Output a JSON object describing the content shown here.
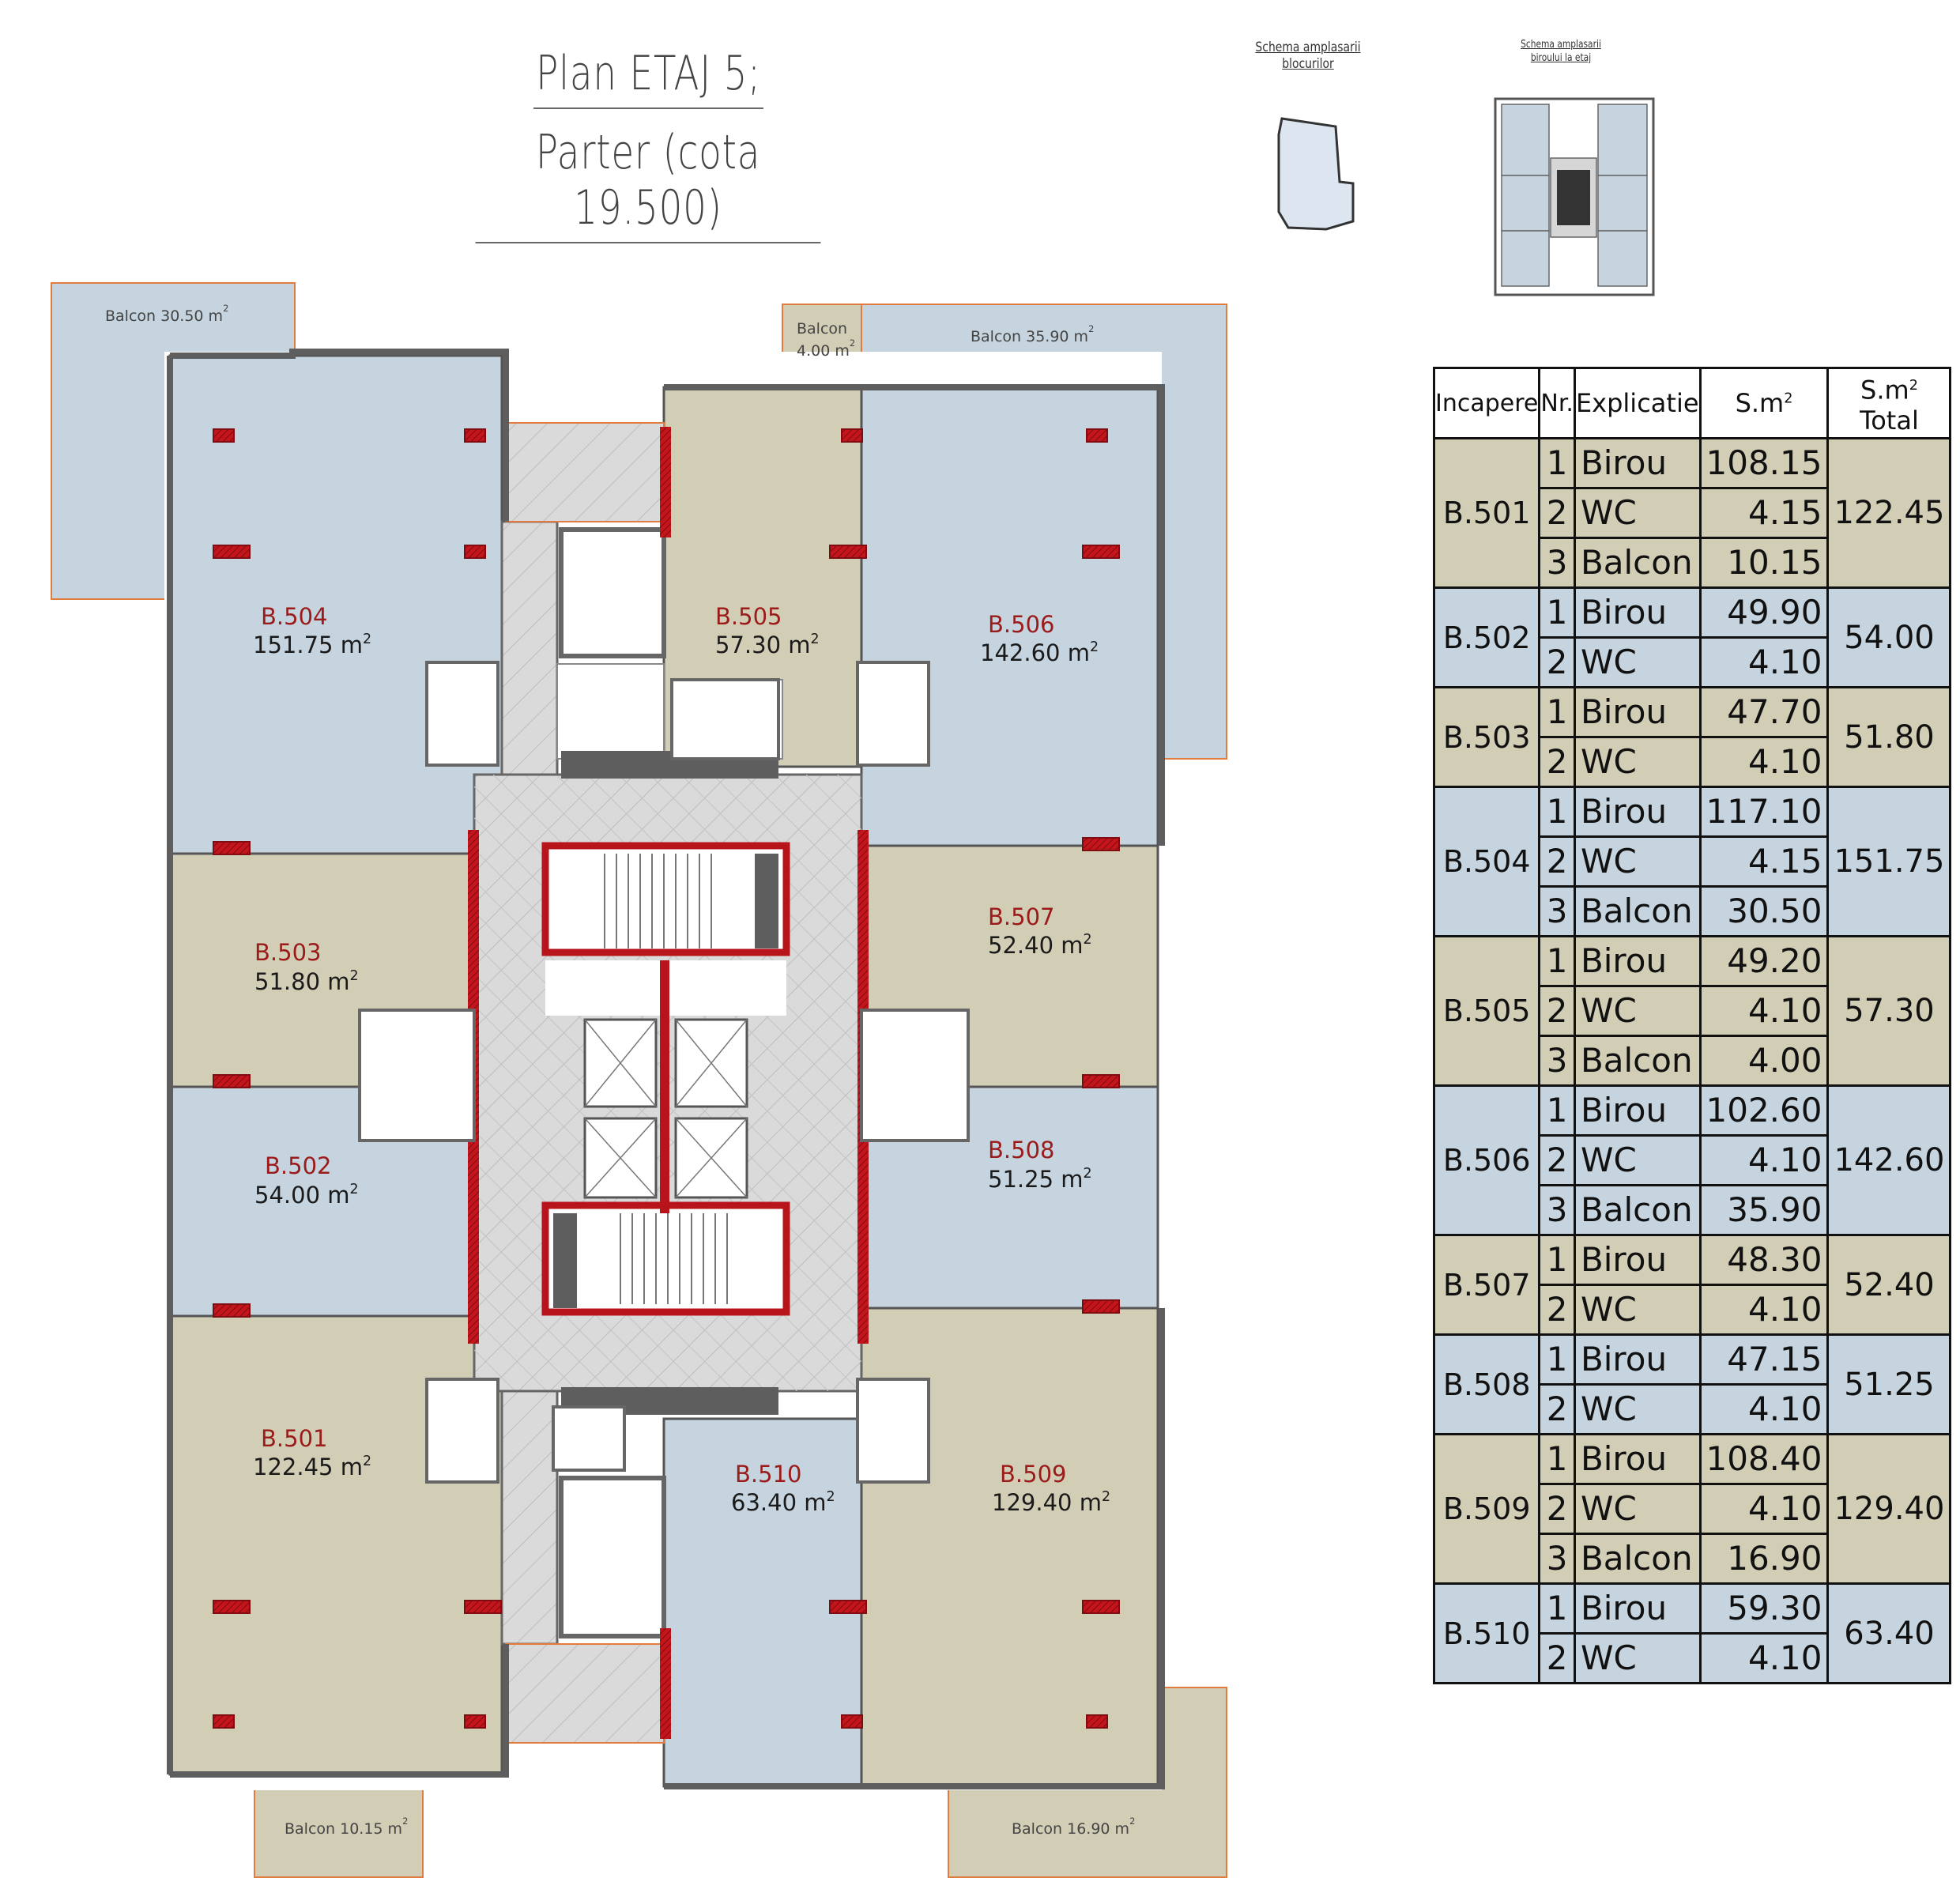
{
  "title": {
    "line1": "Plan ETAJ 5;",
    "line2": "Parter (cota 19.500)"
  },
  "schema_blocks": {
    "line1": "Schema amplasarii",
    "line2": "blocurilor"
  },
  "schema_office": {
    "line1": "Schema amplasarii",
    "line2": "biroului la etaj"
  },
  "colors": {
    "tan": "#d2ceb6",
    "blue": "#c5d4de",
    "red_structure": "#b8141b",
    "core": "#d6d6d6",
    "wall": "#5e5e5e",
    "balcony_outline": "#e07c3f"
  },
  "rooms": [
    {
      "id": "B.504",
      "area": "151.75 m"
    },
    {
      "id": "B.505",
      "area": "57.30 m"
    },
    {
      "id": "B.506",
      "area": "142.60 m"
    },
    {
      "id": "B.503",
      "area": "51.80 m"
    },
    {
      "id": "B.507",
      "area": "52.40 m"
    },
    {
      "id": "B.502",
      "area": "54.00 m"
    },
    {
      "id": "B.508",
      "area": "51.25 m"
    },
    {
      "id": "B.501",
      "area": "122.45 m"
    },
    {
      "id": "B.510",
      "area": "63.40 m"
    },
    {
      "id": "B.509",
      "area": "129.40 m"
    }
  ],
  "balconies": [
    {
      "label": "Balcon 30.50 m"
    },
    {
      "label": "Balcon"
    },
    {
      "label": "4.00 m"
    },
    {
      "label": "Balcon 35.90 m"
    },
    {
      "label": "Balcon 10.15 m"
    },
    {
      "label": "Balcon 16.90 m"
    }
  ],
  "table": {
    "headers": {
      "room": "Incapere",
      "nr": "Nr.",
      "explanation": "Explicatie",
      "area": "S.m",
      "total_line1": "S.m",
      "total_line2": "Total"
    },
    "groups": [
      {
        "room": "B.501",
        "total": "122.45",
        "color": "tan",
        "rows": [
          {
            "nr": "1",
            "exp": "Birou",
            "s": "108.15"
          },
          {
            "nr": "2",
            "exp": "WC",
            "s": "4.15"
          },
          {
            "nr": "3",
            "exp": "Balcon",
            "s": "10.15"
          }
        ]
      },
      {
        "room": "B.502",
        "total": "54.00",
        "color": "blue",
        "rows": [
          {
            "nr": "1",
            "exp": "Birou",
            "s": "49.90"
          },
          {
            "nr": "2",
            "exp": "WC",
            "s": "4.10"
          }
        ]
      },
      {
        "room": "B.503",
        "total": "51.80",
        "color": "tan",
        "rows": [
          {
            "nr": "1",
            "exp": "Birou",
            "s": "47.70"
          },
          {
            "nr": "2",
            "exp": "WC",
            "s": "4.10"
          }
        ]
      },
      {
        "room": "B.504",
        "total": "151.75",
        "color": "blue",
        "rows": [
          {
            "nr": "1",
            "exp": "Birou",
            "s": "117.10"
          },
          {
            "nr": "2",
            "exp": "WC",
            "s": "4.15"
          },
          {
            "nr": "3",
            "exp": "Balcon",
            "s": "30.50"
          }
        ]
      },
      {
        "room": "B.505",
        "total": "57.30",
        "color": "tan",
        "rows": [
          {
            "nr": "1",
            "exp": "Birou",
            "s": "49.20"
          },
          {
            "nr": "2",
            "exp": "WC",
            "s": "4.10"
          },
          {
            "nr": "3",
            "exp": "Balcon",
            "s": "4.00"
          }
        ]
      },
      {
        "room": "B.506",
        "total": "142.60",
        "color": "blue",
        "rows": [
          {
            "nr": "1",
            "exp": "Birou",
            "s": "102.60"
          },
          {
            "nr": "2",
            "exp": "WC",
            "s": "4.10"
          },
          {
            "nr": "3",
            "exp": "Balcon",
            "s": "35.90"
          }
        ]
      },
      {
        "room": "B.507",
        "total": "52.40",
        "color": "tan",
        "rows": [
          {
            "nr": "1",
            "exp": "Birou",
            "s": "48.30"
          },
          {
            "nr": "2",
            "exp": "WC",
            "s": "4.10"
          }
        ]
      },
      {
        "room": "B.508",
        "total": "51.25",
        "color": "blue",
        "rows": [
          {
            "nr": "1",
            "exp": "Birou",
            "s": "47.15"
          },
          {
            "nr": "2",
            "exp": "WC",
            "s": "4.10"
          }
        ]
      },
      {
        "room": "B.509",
        "total": "129.40",
        "color": "tan",
        "rows": [
          {
            "nr": "1",
            "exp": "Birou",
            "s": "108.40"
          },
          {
            "nr": "2",
            "exp": "WC",
            "s": "4.10"
          },
          {
            "nr": "3",
            "exp": "Balcon",
            "s": "16.90"
          }
        ]
      },
      {
        "room": "B.510",
        "total": "63.40",
        "color": "blue",
        "rows": [
          {
            "nr": "1",
            "exp": "Birou",
            "s": "59.30"
          },
          {
            "nr": "2",
            "exp": "WC",
            "s": "4.10"
          }
        ]
      }
    ]
  }
}
